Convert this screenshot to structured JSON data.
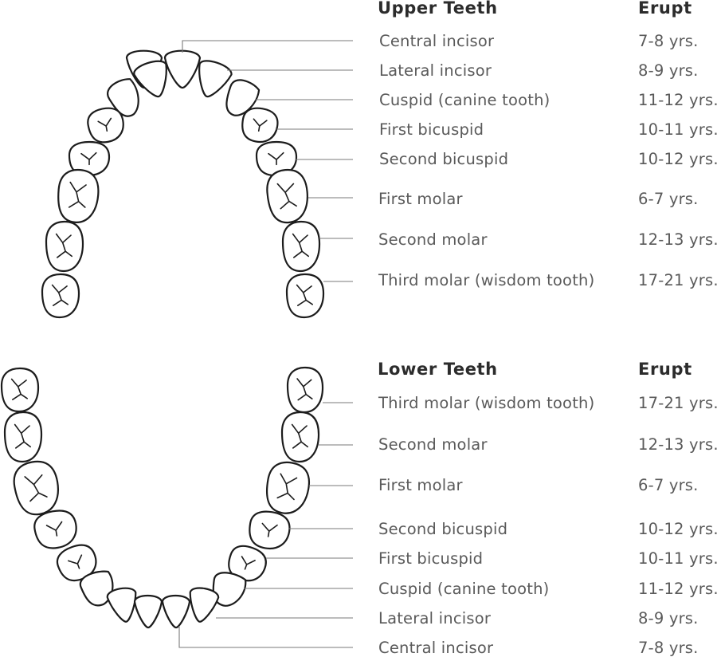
{
  "upper": {
    "heading": "Upper Teeth",
    "erupt_heading": "Erupt",
    "rows": [
      {
        "name": "Central incisor",
        "age": "7-8 yrs."
      },
      {
        "name": "Lateral incisor",
        "age": "8-9 yrs."
      },
      {
        "name": "Cuspid (canine tooth)",
        "age": "11-12 yrs."
      },
      {
        "name": "First bicuspid",
        "age": "10-11 yrs."
      },
      {
        "name": "Second bicuspid",
        "age": "10-12 yrs."
      },
      {
        "name": "First molar",
        "age": "6-7 yrs."
      },
      {
        "name": "Second molar",
        "age": "12-13 yrs."
      },
      {
        "name": "Third molar (wisdom tooth)",
        "age": "17-21 yrs."
      }
    ]
  },
  "lower": {
    "heading": "Lower Teeth",
    "erupt_heading": "Erupt",
    "rows": [
      {
        "name": "Third molar (wisdom tooth)",
        "age": "17-21 yrs."
      },
      {
        "name": "Second molar",
        "age": "12-13 yrs."
      },
      {
        "name": "First molar",
        "age": "6-7 yrs."
      },
      {
        "name": "Second bicuspid",
        "age": "10-12 yrs."
      },
      {
        "name": "First bicuspid",
        "age": "10-11 yrs."
      },
      {
        "name": "Cuspid (canine tooth)",
        "age": "11-12 yrs."
      },
      {
        "name": "Lateral incisor",
        "age": "8-9 yrs."
      },
      {
        "name": "Central incisor",
        "age": "7-8 yrs."
      }
    ]
  }
}
